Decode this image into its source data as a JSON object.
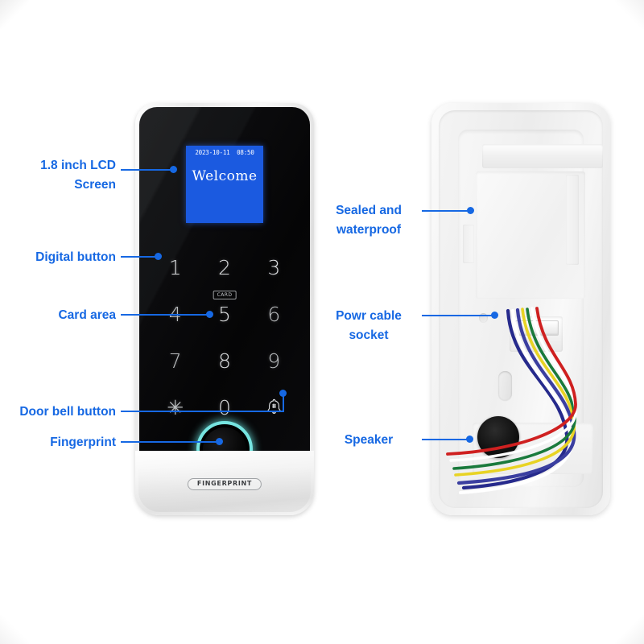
{
  "page": {
    "title": "Fingerprint access control keypad — front and back callout diagram",
    "accent_color": "#1668e3",
    "lcd_color": "#1b5ae0",
    "fingerprint_ring_color": "#76e4e0"
  },
  "front_device": {
    "name": "front-panel",
    "lcd": {
      "timestamp": "2023-10-11  08:50",
      "message": "Welcome"
    },
    "keypad": {
      "keys": [
        {
          "label": "1",
          "name": "key-1"
        },
        {
          "label": "2",
          "name": "key-2"
        },
        {
          "label": "3",
          "name": "key-3"
        },
        {
          "label": "4",
          "name": "key-4"
        },
        {
          "label": "5",
          "name": "key-5"
        },
        {
          "label": "6",
          "name": "key-6"
        },
        {
          "label": "7",
          "name": "key-7"
        },
        {
          "label": "8",
          "name": "key-8"
        },
        {
          "label": "9",
          "name": "key-9"
        },
        {
          "label": "✳",
          "name": "key-asterisk"
        },
        {
          "label": "0",
          "name": "key-0"
        },
        {
          "label": "bell-icon",
          "name": "key-doorbell"
        }
      ],
      "card_badge": "CARD"
    },
    "fingerprint_label": "FINGERPRINT"
  },
  "back_device": {
    "name": "back-cover",
    "wire_colors": [
      "#3b3fa0",
      "#ffffff",
      "#e8d324",
      "#1a7a3c",
      "#cf2020",
      "#262a8c",
      "#ffffff"
    ]
  },
  "callouts": {
    "left": [
      {
        "id": "lcd",
        "text": "1.8 inch LCD\nScreen",
        "name": "callout-lcd-screen"
      },
      {
        "id": "digital",
        "text": "Digital button",
        "name": "callout-digital-button"
      },
      {
        "id": "card",
        "text": "Card area",
        "name": "callout-card-area"
      },
      {
        "id": "doorbell",
        "text": "Door bell button",
        "name": "callout-door-bell-button"
      },
      {
        "id": "fingerprint",
        "text": "Fingerprint",
        "name": "callout-fingerprint"
      }
    ],
    "right": [
      {
        "id": "sealed",
        "text": "Sealed and\nwaterproof",
        "name": "callout-sealed-waterproof"
      },
      {
        "id": "powr",
        "text": "Powr cable\nsocket",
        "name": "callout-power-cable-socket"
      },
      {
        "id": "speaker",
        "text": "Speaker",
        "name": "callout-speaker"
      }
    ]
  }
}
